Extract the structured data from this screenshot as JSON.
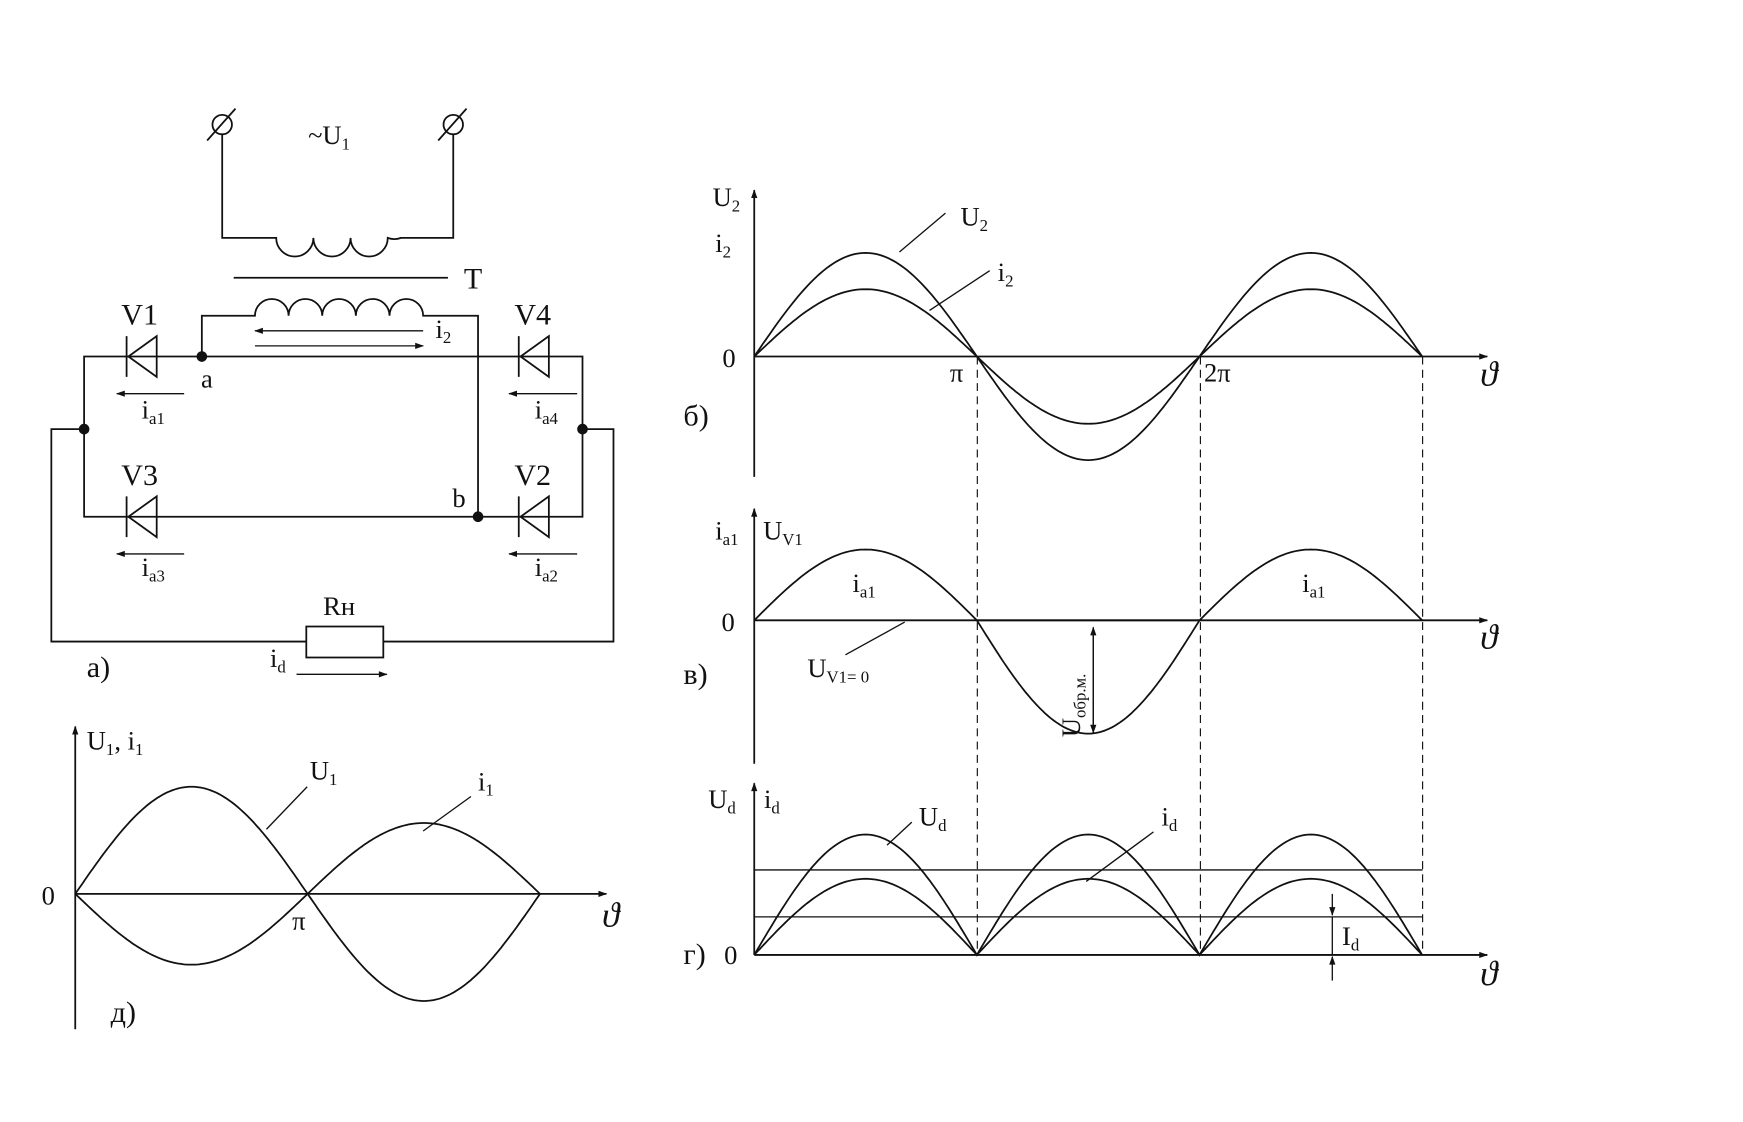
{
  "circuit": {
    "source": {
      "prefix": "~U",
      "sub": "1"
    },
    "transformer": "T",
    "diodes": [
      "V1",
      "V2",
      "V3",
      "V4"
    ],
    "nodes": [
      "a",
      "b"
    ],
    "secondary_current": {
      "main": "i",
      "sub": "2"
    },
    "anode_currents": [
      {
        "main": "i",
        "sub": "a1"
      },
      {
        "main": "i",
        "sub": "a2"
      },
      {
        "main": "i",
        "sub": "a3"
      },
      {
        "main": "i",
        "sub": "a4"
      }
    ],
    "load": {
      "main": "R",
      "sub": "н"
    },
    "load_current": {
      "main": "i",
      "sub": "d"
    },
    "panel_label": "а)"
  },
  "panels": {
    "b": {
      "label": "б)",
      "y_axis": {
        "top": {
          "main": "U",
          "sub": "2"
        },
        "bottom": {
          "main": "i",
          "sub": "2"
        }
      },
      "zero": "0",
      "ticks": [
        "π",
        "2π"
      ],
      "x_axis": "ϑ",
      "curves": [
        {
          "main": "U",
          "sub": "2"
        },
        {
          "main": "i",
          "sub": "2"
        }
      ]
    },
    "v": {
      "label": "в)",
      "y_axis": {
        "left": {
          "main": "i",
          "sub": "a1"
        },
        "right": {
          "main": "U",
          "sub": "V1"
        }
      },
      "zero": "0",
      "x_axis": "ϑ",
      "curve_label": {
        "main": "i",
        "sub": "a1"
      },
      "uv1_zero": {
        "main": "U",
        "sub": "V1= 0"
      },
      "reverse": {
        "main": "U",
        "sub": "обр.м."
      }
    },
    "g": {
      "label": "г)",
      "y_axis": {
        "left": {
          "main": "U",
          "sub": "d"
        },
        "right": {
          "main": "i",
          "sub": "d"
        }
      },
      "zero": "0",
      "x_axis": "ϑ",
      "curves": [
        {
          "main": "U",
          "sub": "d"
        },
        {
          "main": "i",
          "sub": "d"
        }
      ],
      "mean": {
        "main": "I",
        "sub": "d"
      }
    },
    "d": {
      "label": "д)",
      "y_axis": {
        "main": "U",
        "sub": "1",
        "sep": ", ",
        "main2": "i",
        "sub2": "1"
      },
      "zero": "0",
      "tick": "π",
      "x_axis": "ϑ",
      "curves": [
        {
          "main": "U",
          "sub": "1"
        },
        {
          "main": "i",
          "sub": "1"
        }
      ]
    }
  }
}
